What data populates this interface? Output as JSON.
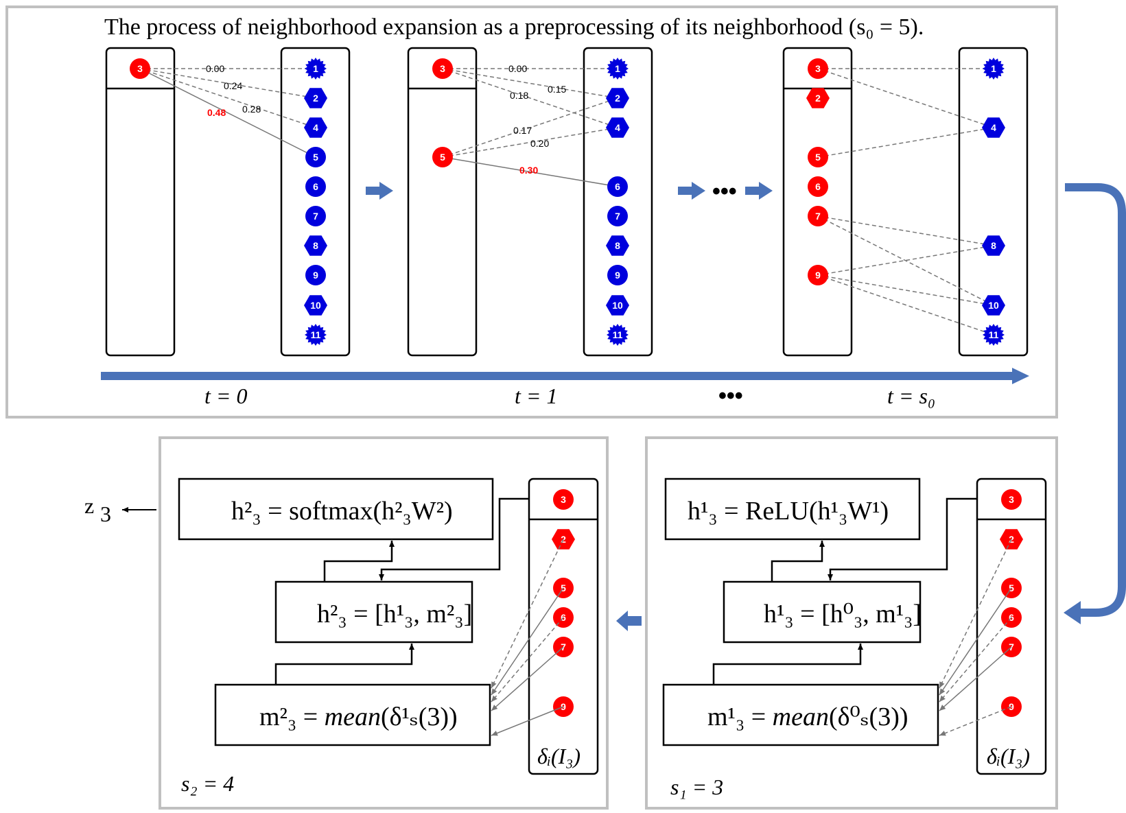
{
  "title": "The process of neighborhood expansion as a preprocessing of its neighborhood (s₀ = 5).",
  "timeline": {
    "t0": "t = 0",
    "t1": "t = 1",
    "dots": "•••",
    "tlast": "t = s₀"
  },
  "panel0": {
    "center": "3",
    "neighbors": [
      "1",
      "2",
      "4",
      "5",
      "6",
      "7",
      "8",
      "9",
      "10",
      "11"
    ],
    "weights": [
      "0.00",
      "0.24",
      "0.28",
      "0.48"
    ]
  },
  "panel1": {
    "left_nodes": [
      "3",
      "5"
    ],
    "neighbors": [
      "1",
      "2",
      "4",
      "6",
      "7",
      "8",
      "9",
      "10",
      "11"
    ],
    "weights": [
      "0.00",
      "0.18",
      "0.15",
      "0.17",
      "0.20",
      "0.30"
    ]
  },
  "panel2": {
    "left_nodes": [
      "3",
      "2",
      "5",
      "6",
      "7",
      "9"
    ],
    "right_nodes": [
      "1",
      "4",
      "8",
      "10",
      "11"
    ]
  },
  "layer2": {
    "out_label": "z",
    "out_sub": "3",
    "eq_top": "h²₃ = softmax(h²₃W²)",
    "eq_mid": "h²₃ = [h¹₃, m²₃]",
    "eq_bot_a": "m²₃ = ",
    "eq_bot_b": "mean",
    "eq_bot_c": "(δ¹ₛ(3))",
    "nodes": [
      "3",
      "2",
      "5",
      "6",
      "7",
      "9"
    ],
    "set_label": "δᵢ(I₃)",
    "s_label": "s₂ = 4"
  },
  "layer1": {
    "eq_top": "h¹₃ = ReLU(h¹₃W¹)",
    "eq_mid": "h¹₃ = [h⁰₃, m¹₃]",
    "eq_bot_a": "m¹₃ = ",
    "eq_bot_b": "mean",
    "eq_bot_c": "(δ⁰ₛ(3))",
    "nodes": [
      "3",
      "2",
      "5",
      "6",
      "7",
      "9"
    ],
    "set_label": "δᵢ(I₃)",
    "s_label": "s₁ = 3"
  },
  "colors": {
    "red": "#ff0000",
    "blue": "#0000dd",
    "arrow": "#4a72b8",
    "border": "#c0c0c0"
  }
}
